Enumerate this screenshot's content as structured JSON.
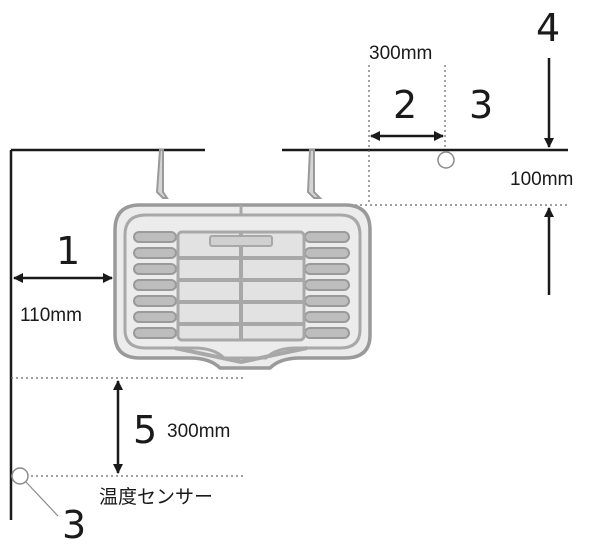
{
  "diagram": {
    "labels": {
      "distance_300mm_top": "300mm",
      "callout_2": "2",
      "callout_3_sensor_ceiling": "3",
      "callout_4": "4",
      "distance_100mm": "100mm",
      "callout_1": "1",
      "distance_110mm": "110mm",
      "callout_5": "5",
      "distance_300mm_bottom": "300mm",
      "sensor_label": "温度センサー",
      "callout_3_sensor_wall": "3"
    },
    "colors": {
      "line": "#1a1a1a",
      "dotted": "#666666",
      "heater_outline": "#9a9a9a",
      "heater_fill": "#d4d4d4",
      "heater_dark": "#a8a8a8"
    }
  }
}
